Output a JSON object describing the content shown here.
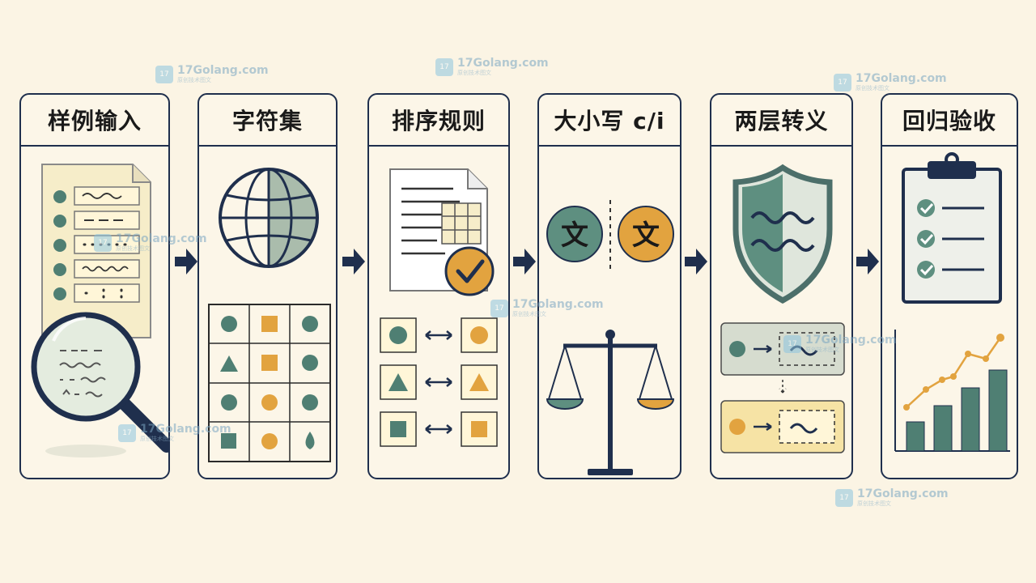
{
  "panels": [
    {
      "title": "样例输入"
    },
    {
      "title": "字符集"
    },
    {
      "title": "排序规则"
    },
    {
      "title": "大小写 c/i"
    },
    {
      "title": "两层转义"
    },
    {
      "title": "回归验收"
    }
  ],
  "case_icons": {
    "left_glyph": "文",
    "right_glyph": "文"
  },
  "watermark": {
    "brand": "17Golang.com",
    "subtitle": "原创技术图文",
    "logo_text": "17"
  },
  "colors": {
    "navy": "#1f2f4d",
    "teal": "#4f7f73",
    "sage": "#8fa898",
    "orange": "#e2a33f",
    "cream": "#fcf6e8",
    "light_yellow": "#f6edc9"
  }
}
